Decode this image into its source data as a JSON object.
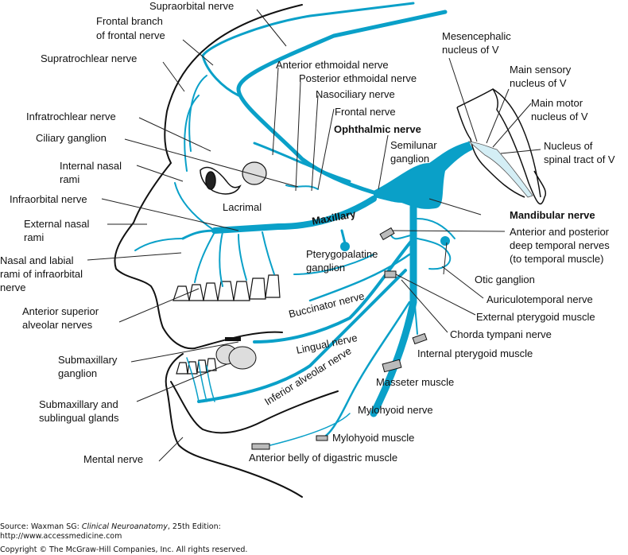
{
  "figure": {
    "title": "Trigeminal nerve (cranial nerve V) and its branches",
    "colors": {
      "nerve": "#0aa0c8",
      "outline": "#111111",
      "leader": "#222222",
      "background": "#ffffff"
    },
    "labels": {
      "supraorbital_nerve": "Supraorbital nerve",
      "frontal_branch_1": "Frontal branch",
      "frontal_branch_2": "of frontal nerve",
      "supratrochlear_nerve": "Supratrochlear nerve",
      "anterior_ethmoidal_nerve": "Anterior ethmoidal nerve",
      "posterior_ethmoidal_nerve": "Posterior ethmoidal nerve",
      "nasociliary_nerve": "Nasociliary nerve",
      "frontal_nerve": "Frontal nerve",
      "ophthalmic_nerve": "Ophthalmic nerve",
      "semilunar_ganglion_1": "Semilunar",
      "semilunar_ganglion_2": "ganglion",
      "mesencephalic_nucleus_1": "Mesencephalic",
      "mesencephalic_nucleus_2": "nucleus of V",
      "main_sensory_nucleus_1": "Main sensory",
      "main_sensory_nucleus_2": "nucleus of V",
      "main_motor_nucleus_1": "Main motor",
      "main_motor_nucleus_2": "nucleus of V",
      "spinal_tract_nucleus_1": "Nucleus of",
      "spinal_tract_nucleus_2": "spinal tract of V",
      "infratrochlear_nerve": "Infratrochlear nerve",
      "ciliary_ganglion": "Ciliary ganglion",
      "internal_nasal_rami_1": "Internal nasal",
      "internal_nasal_rami_2": "rami",
      "infraorbital_nerve": "Infraorbital nerve",
      "lacrimal": "Lacrimal",
      "maxillary": "Maxillary",
      "external_nasal_rami_1": "External nasal",
      "external_nasal_rami_2": "rami",
      "mandibular_nerve": "Mandibular nerve",
      "deep_temporal_1": "Anterior and posterior",
      "deep_temporal_2": "deep temporal nerves",
      "deep_temporal_3": "(to temporal muscle)",
      "nasal_labial_rami_1": "Nasal and labial",
      "nasal_labial_rami_2": "rami of infraorbital",
      "nasal_labial_rami_3": "nerve",
      "pterygopalatine_ganglion_1": "Pterygopalatine",
      "pterygopalatine_ganglion_2": "ganglion",
      "otic_ganglion": "Otic ganglion",
      "anterior_superior_alveolar_1": "Anterior superior",
      "anterior_superior_alveolar_2": "alveolar nerves",
      "buccinator_nerve": "Buccinator nerve",
      "auriculotemporal_nerve": "Auriculotemporal nerve",
      "external_pterygoid_muscle": "External pterygoid muscle",
      "chorda_tympani_nerve": "Chorda tympani nerve",
      "lingual_nerve": "Lingual nerve",
      "internal_pterygoid_muscle": "Internal pterygoid muscle",
      "submaxillary_ganglion_1": "Submaxillary",
      "submaxillary_ganglion_2": "ganglion",
      "inferior_alveolar_nerve": "Inferior alveolar nerve",
      "masseter_muscle": "Masseter muscle",
      "submaxillary_glands_1": "Submaxillary and",
      "submaxillary_glands_2": "sublingual glands",
      "mylohyoid_nerve": "Mylohyoid nerve",
      "mylohyoid_muscle": "Mylohyoid muscle",
      "mental_nerve": "Mental nerve",
      "digastric_muscle": "Anterior belly of digastric muscle"
    }
  },
  "caption": {
    "source_prefix": "Source: Waxman SG: ",
    "source_title": "Clinical Neuroanatomy",
    "source_suffix": ", 25th Edition:",
    "url": "http://www.accessmedicine.com",
    "copyright": "Copyright © The McGraw-Hill Companies, Inc. All rights reserved."
  }
}
